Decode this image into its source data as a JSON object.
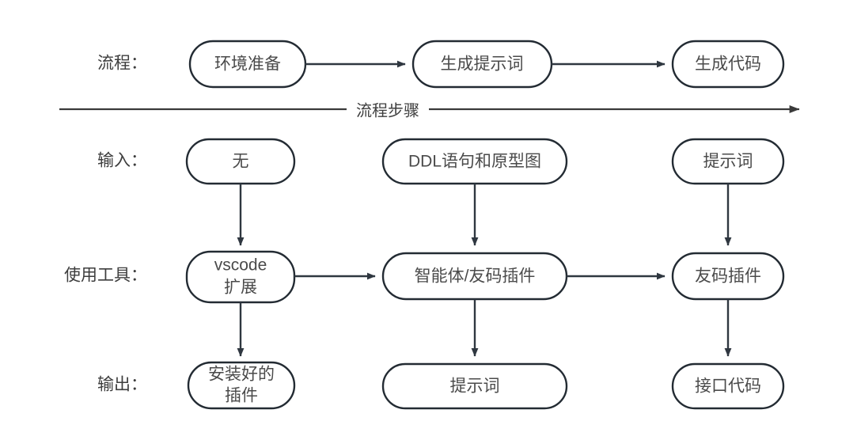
{
  "diagram": {
    "title": "流程步骤",
    "row_labels": [
      {
        "id": "process",
        "label": "流程："
      },
      {
        "id": "input",
        "label": "输入："
      },
      {
        "id": "tools",
        "label": "使用工具："
      },
      {
        "id": "output",
        "label": "输出："
      }
    ],
    "axis": {
      "label": "流程步骤",
      "direction": "left-to-right"
    },
    "nodes": {
      "process": [
        {
          "id": "process-1",
          "label": "环境准备"
        },
        {
          "id": "process-2",
          "label": "生成提示词"
        },
        {
          "id": "process-3",
          "label": "生成代码"
        }
      ],
      "input": [
        {
          "id": "input-1",
          "label": "无"
        },
        {
          "id": "input-2",
          "label": "DDL语句和原型图"
        },
        {
          "id": "input-3",
          "label": "提示词"
        }
      ],
      "tools": [
        {
          "id": "tool-1",
          "label_line1": "vscode",
          "label_line2": "扩展"
        },
        {
          "id": "tool-2",
          "label": "智能体/友码插件"
        },
        {
          "id": "tool-3",
          "label": "友码插件"
        }
      ],
      "output": [
        {
          "id": "output-1",
          "label_line1": "安装好的",
          "label_line2": "插件"
        },
        {
          "id": "output-2",
          "label": "提示词"
        },
        {
          "id": "output-3",
          "label": "接口代码"
        }
      ]
    },
    "colors": {
      "background": "#ffffff",
      "node_stroke": "#232b33",
      "node_fill": "#ffffff",
      "text": "#4a4a4a",
      "edge": "#2f3740"
    }
  }
}
